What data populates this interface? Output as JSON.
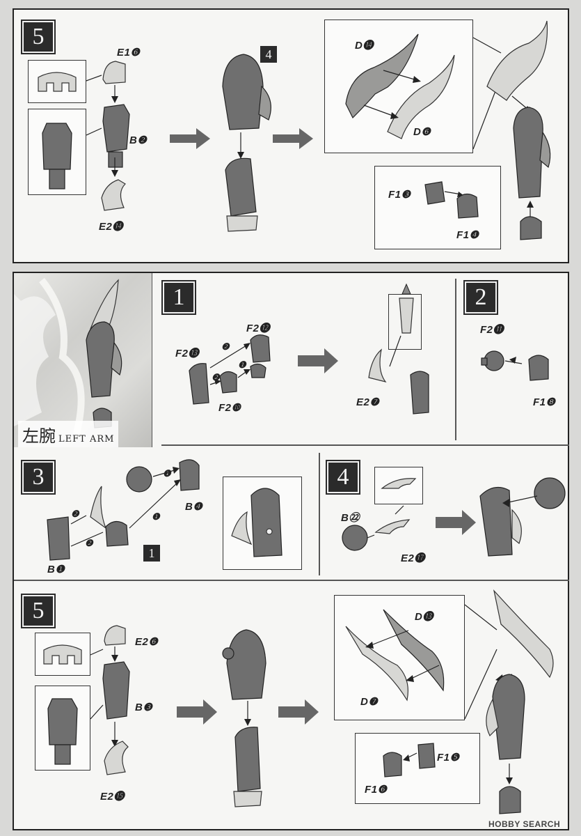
{
  "top_section": {
    "step": "5",
    "labels": {
      "e16": "E1❻",
      "b2": "B❷",
      "e214": "E2⓮",
      "sub": "4",
      "d14": "D⓮",
      "d6": "D❻",
      "f13": "F1❸",
      "f14": "F1❹"
    }
  },
  "left_arm_section": {
    "title_kanji": "左腕",
    "title_eng": "LEFT ARM",
    "step1": {
      "step": "1",
      "labels": {
        "f212": "F2⓬",
        "f213": "F2⓭",
        "f210": "F2❿",
        "e27": "E2❼",
        "order1": "❶",
        "order2a": "❷",
        "order2b": "❷"
      }
    },
    "step2": {
      "step": "2",
      "labels": {
        "f211": "F2⓫",
        "f18": "F1❽"
      }
    },
    "step3": {
      "step": "3",
      "labels": {
        "b4": "B❹",
        "b1": "B❶",
        "sub": "1",
        "order1a": "❶",
        "order1b": "❶",
        "order2a": "❷",
        "order2b": "❷"
      }
    },
    "step4": {
      "step": "4",
      "labels": {
        "b22": "B㉒",
        "e217": "E2⓱"
      }
    },
    "step5": {
      "step": "5",
      "labels": {
        "e26": "E2❻",
        "b3": "B❸",
        "e215": "E2⓯",
        "d13": "D⓭",
        "d7": "D❼",
        "f15": "F1❺",
        "f16": "F1❻"
      }
    }
  },
  "watermark": "HOBBY SEARCH",
  "colors": {
    "page": "#d9d9d7",
    "panel": "#f6f6f4",
    "step_box": "#2b2b2b",
    "part_dark": "#6f6f6f",
    "part_light": "#d7d7d4"
  }
}
